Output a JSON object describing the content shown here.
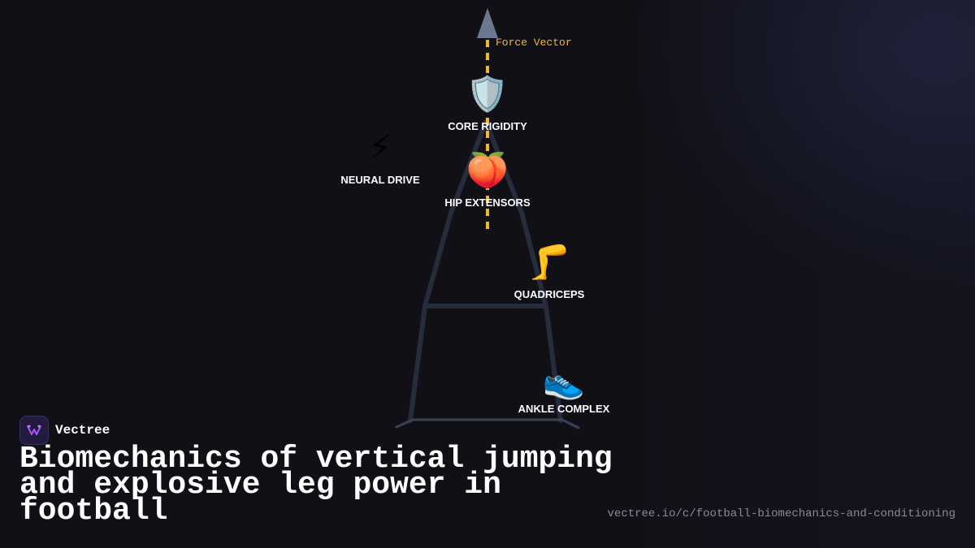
{
  "force_vector": {
    "label": "Force Vector",
    "color": "#f5b82a"
  },
  "nodes": [
    {
      "id": "core",
      "label": "CORE RIGIDITY",
      "icon": "shield-icon",
      "glyph": "🛡️"
    },
    {
      "id": "neural",
      "label": "NEURAL DRIVE",
      "icon": "lightning-icon",
      "glyph": "⚡"
    },
    {
      "id": "hip",
      "label": "HIP EXTENSORS",
      "icon": "peach-icon",
      "glyph": "🍑"
    },
    {
      "id": "quad",
      "label": "QUADRICEPS",
      "icon": "leg-icon",
      "glyph": "🦵"
    },
    {
      "id": "ankle",
      "label": "ANKLE COMPLEX",
      "icon": "sneaker-icon",
      "glyph": "👟"
    }
  ],
  "brand": {
    "name": "Vectree",
    "accent": "#a855f7"
  },
  "title": "Biomechanics of vertical jumping and explosive leg power in football",
  "url": "vectree.io/c/football-biomechanics-and-conditioning"
}
